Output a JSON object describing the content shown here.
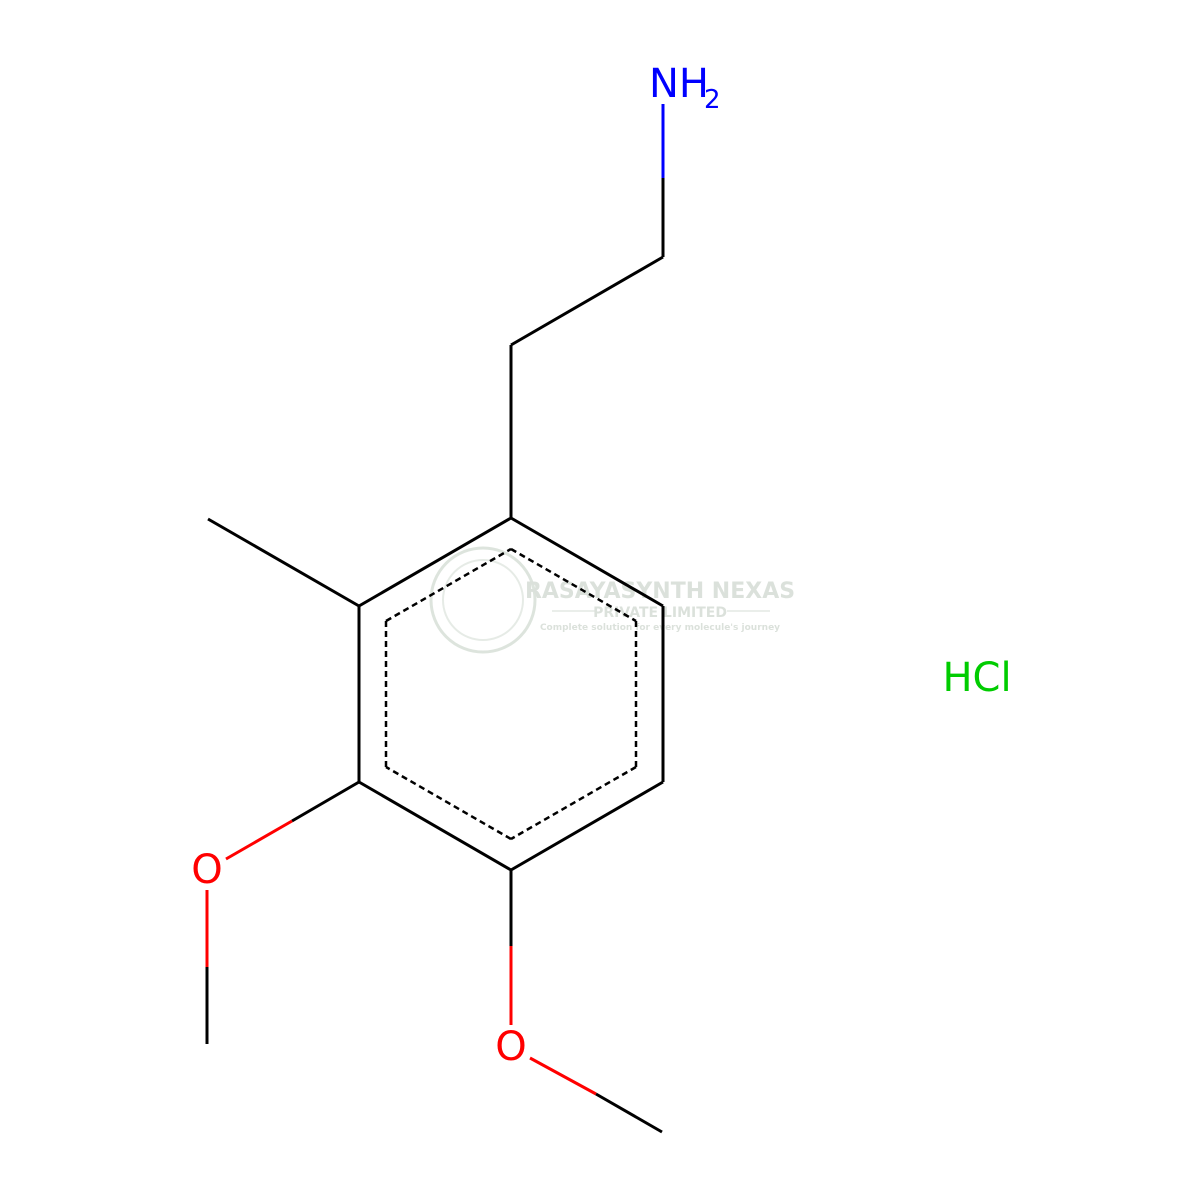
{
  "molecule": {
    "amine_label": "NH",
    "amine_subscript": "2",
    "oxygen_upper_label": "O",
    "oxygen_lower_label": "O",
    "salt_label": "HCl"
  },
  "watermark": {
    "company": "RASAYASYNTH NEXAS",
    "subtitle": "PRIVATE LIMITED",
    "tagline": "Complete solution for every molecule's journey"
  },
  "colors": {
    "bond": "#000000",
    "nitrogen": "#0000ff",
    "oxygen": "#ff0000",
    "chlorine_salt": "#00cc00",
    "watermark": "#c8d4c8"
  }
}
